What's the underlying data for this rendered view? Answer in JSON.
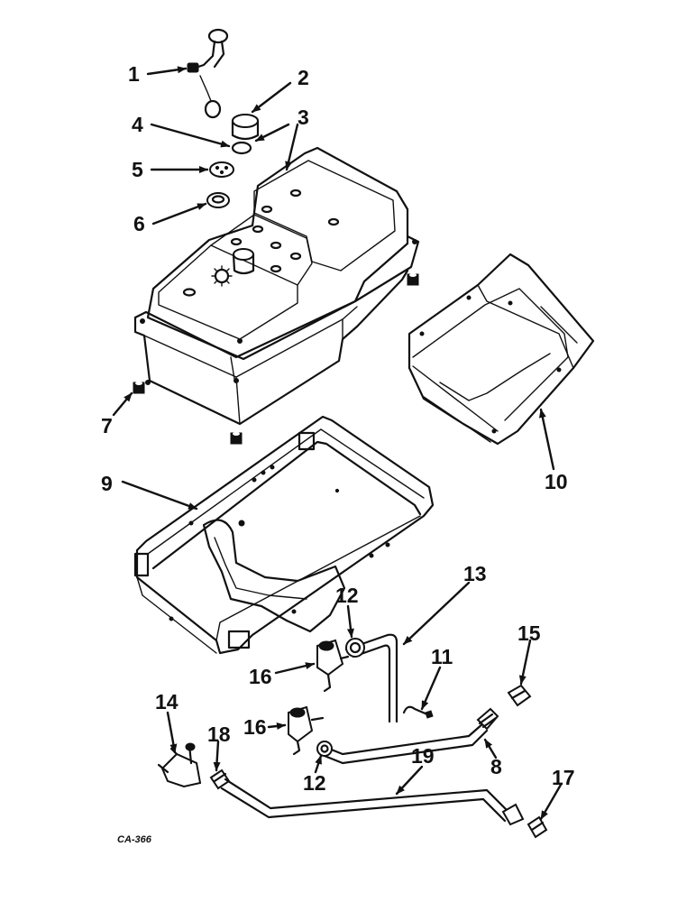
{
  "callouts": {
    "c1": "1",
    "c2": "2",
    "c3": "3",
    "c4": "4",
    "c5": "5",
    "c6": "6",
    "c7": "7",
    "c8": "8",
    "c9": "9",
    "c10": "10",
    "c11": "11",
    "c12a": "12",
    "c12b": "12",
    "c13": "13",
    "c14": "14",
    "c15": "15",
    "c16a": "16",
    "c16b": "16",
    "c17": "17",
    "c18": "18",
    "c19": "19"
  },
  "drawing_code": "CA-366"
}
